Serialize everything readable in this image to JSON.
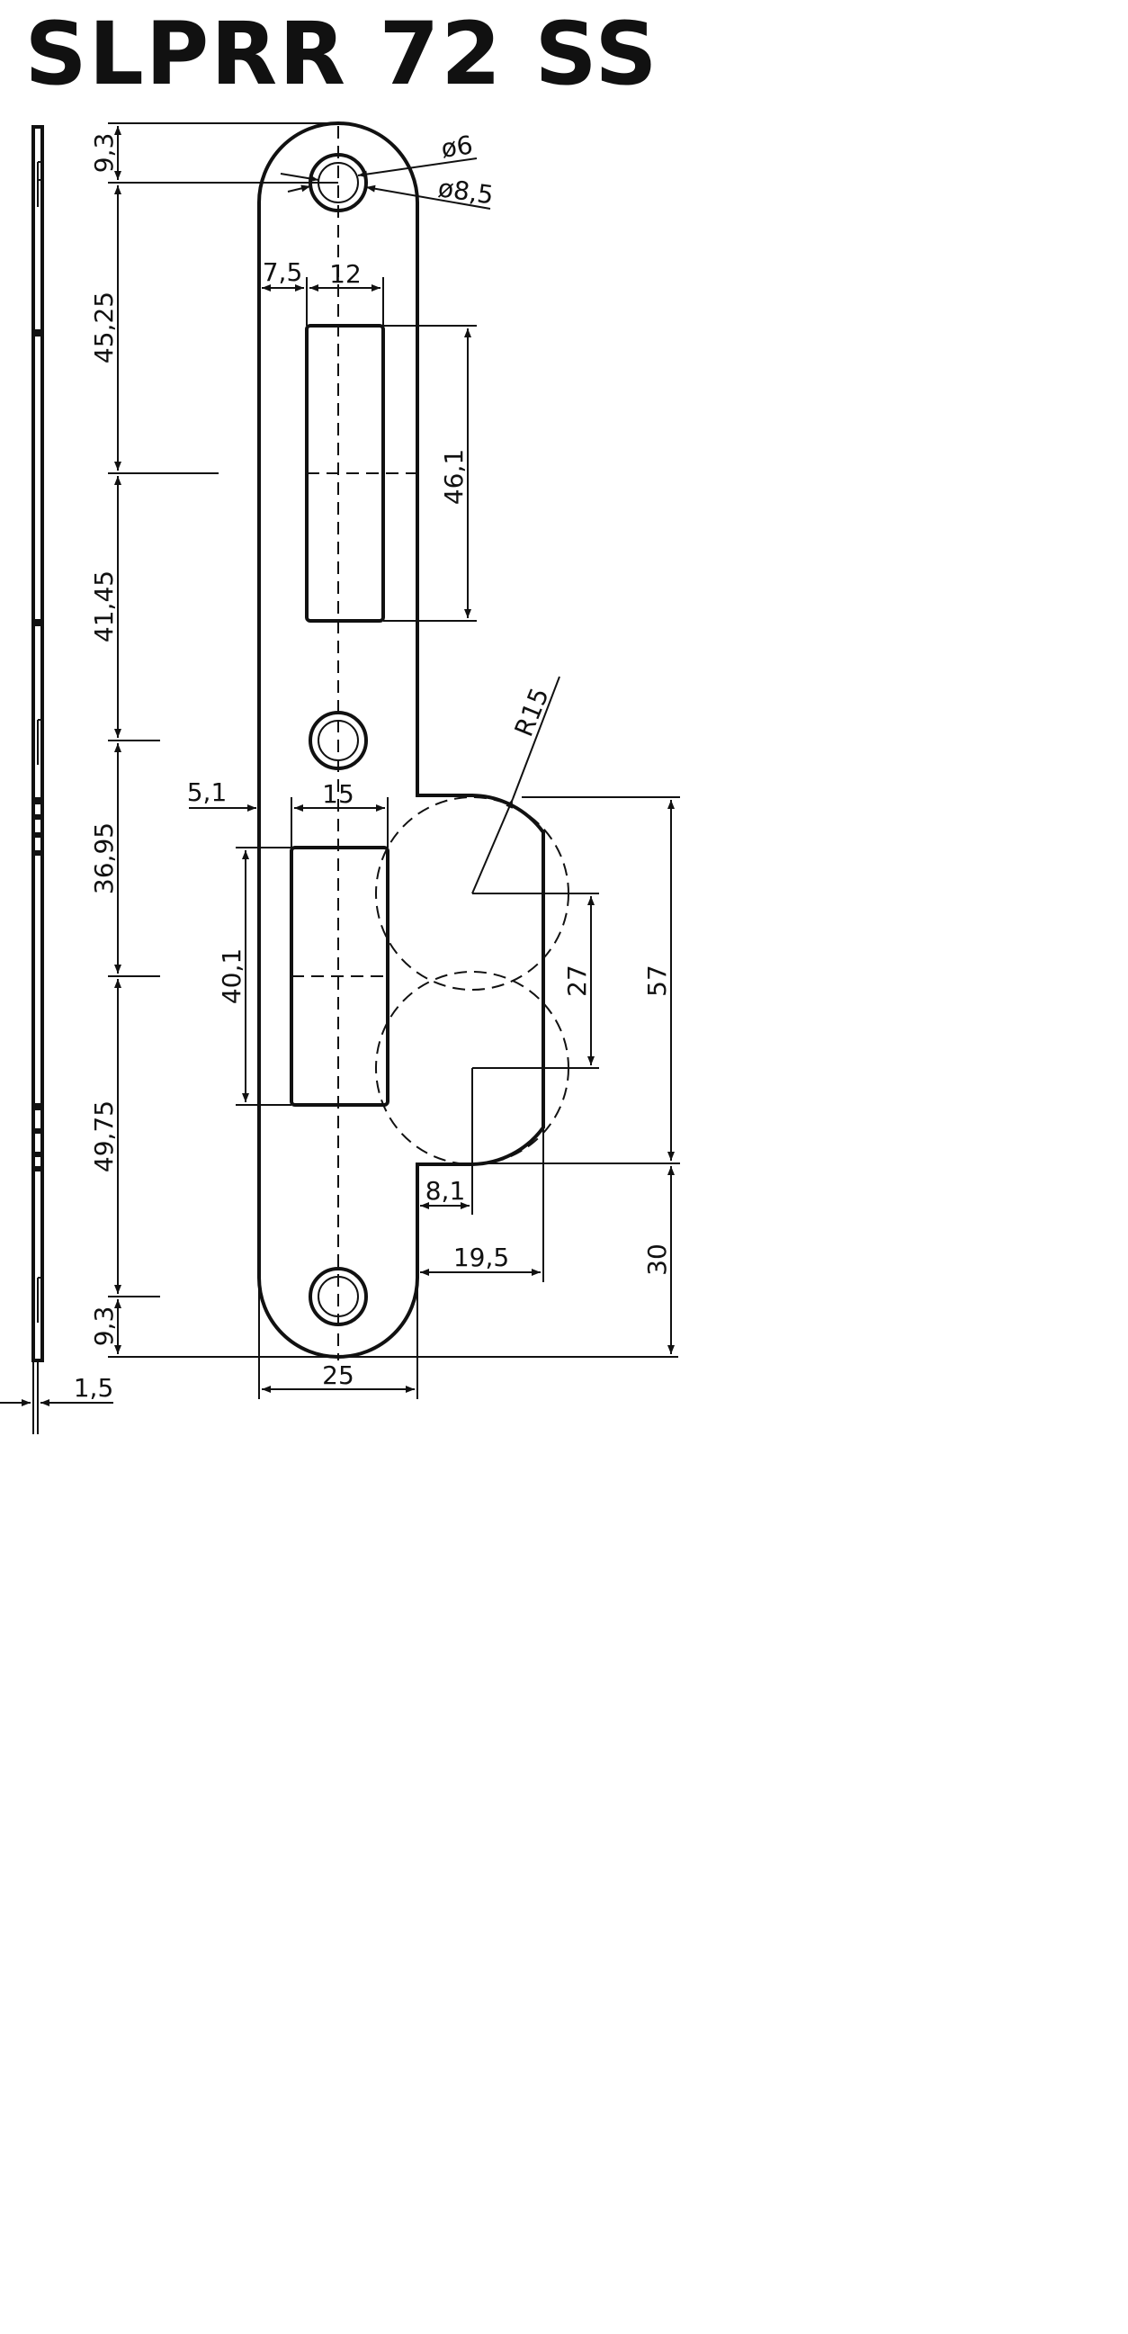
{
  "title": "SLPRR 72 SS",
  "dimensions": {
    "hole_inner": "ø6",
    "hole_outer": "ø8,5",
    "d_9_3_top": "9,3",
    "d_45_25": "45,25",
    "d_41_45": "41,45",
    "d_36_95": "36,95",
    "d_49_75": "49,75",
    "d_9_3_bottom": "9,3",
    "d_7_5": "7,5",
    "d_12": "12",
    "d_46_1": "46,1",
    "d_5_1": "5,1",
    "d_15": "15",
    "d_40_1": "40,1",
    "radius": "R15",
    "d_27": "27",
    "d_57": "57",
    "d_8_1": "8,1",
    "d_19_5": "19,5",
    "d_30": "30",
    "d_25": "25",
    "d_1_5": "1,5"
  }
}
